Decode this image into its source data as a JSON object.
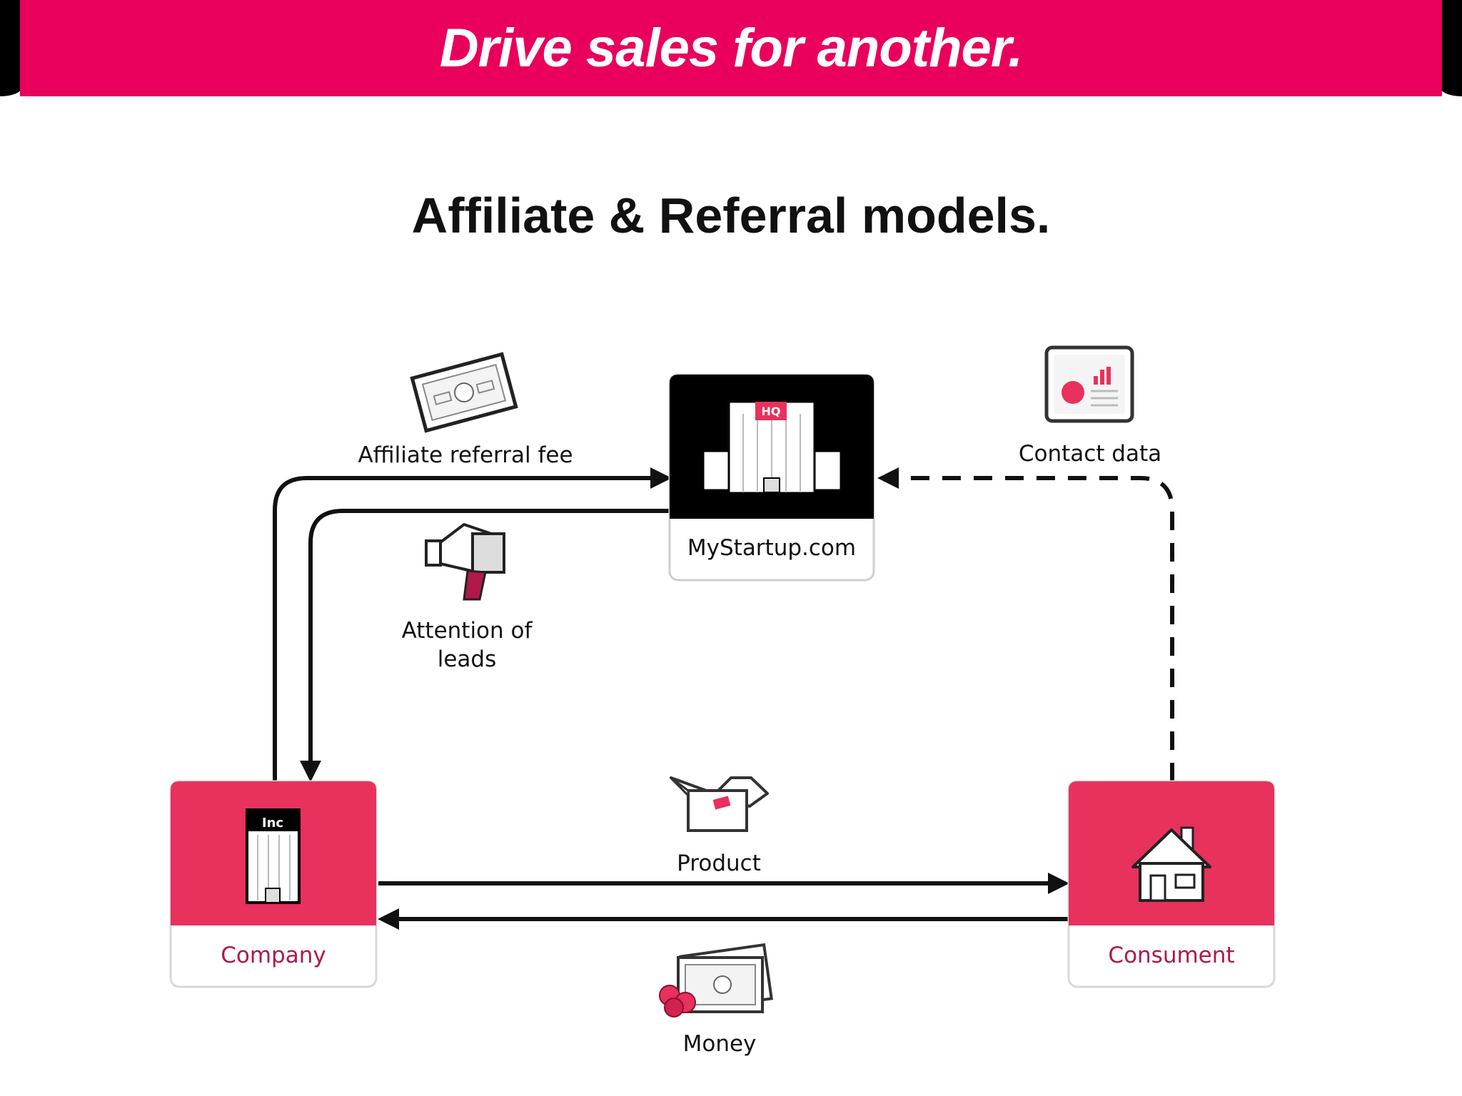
{
  "banner": {
    "title": "Drive sales for another."
  },
  "slide": {
    "title": "Affiliate & Referral models."
  },
  "nodes": {
    "mystartup": {
      "label": "MyStartup.com",
      "badge": "HQ"
    },
    "company": {
      "label": "Company",
      "badge": "Inc"
    },
    "consument": {
      "label": "Consument"
    }
  },
  "flows": {
    "affiliate_fee": "Affiliate referral fee",
    "attention_line1": "Attention of",
    "attention_line2": "leads",
    "contact_data": "Contact data",
    "product": "Product",
    "money": "Money"
  },
  "colors": {
    "brand_pink": "#e8005c",
    "node_pink": "#e8315d",
    "node_label": "#b0184a",
    "dark": "#111111"
  }
}
